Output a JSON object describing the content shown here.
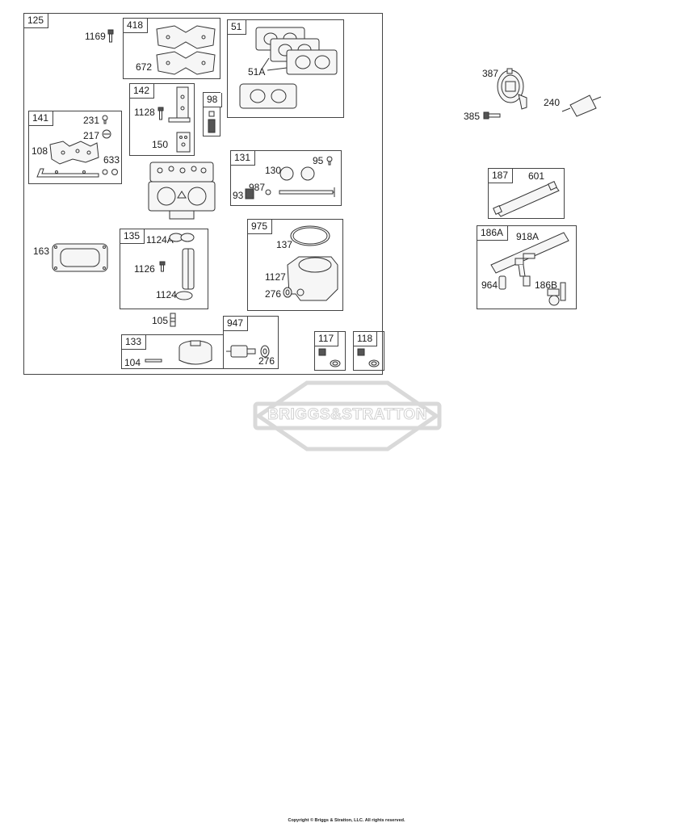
{
  "callouts": {
    "c125": "125",
    "c418": "418",
    "c51": "51",
    "c142": "142",
    "c98": "98",
    "c141": "141",
    "c131": "131",
    "c135": "135",
    "c975": "975",
    "c133": "133",
    "c947": "947",
    "c117": "117",
    "c118": "118",
    "c187": "187",
    "c186A": "186A",
    "p1169": "1169",
    "p672": "672",
    "p51A": "51A",
    "p1128": "1128",
    "p150": "150",
    "p231": "231",
    "p217": "217",
    "p108": "108",
    "p633": "633",
    "p130": "130",
    "p95": "95",
    "p93": "93",
    "p987": "987",
    "p163": "163",
    "p1124A": "1124A",
    "p1126": "1126",
    "p1124": "1124",
    "p137": "137",
    "p1127": "1127",
    "p276a": "276",
    "p105": "105",
    "p104": "104",
    "p276b": "276",
    "p387": "387",
    "p385": "385",
    "p240": "240",
    "p601": "601",
    "p918A": "918A",
    "p964": "964",
    "p186B": "186B"
  },
  "watermark": "BRIGGS&STRATTON",
  "copyright": "Copyright © Briggs & Stratton, LLC. All rights reserved."
}
